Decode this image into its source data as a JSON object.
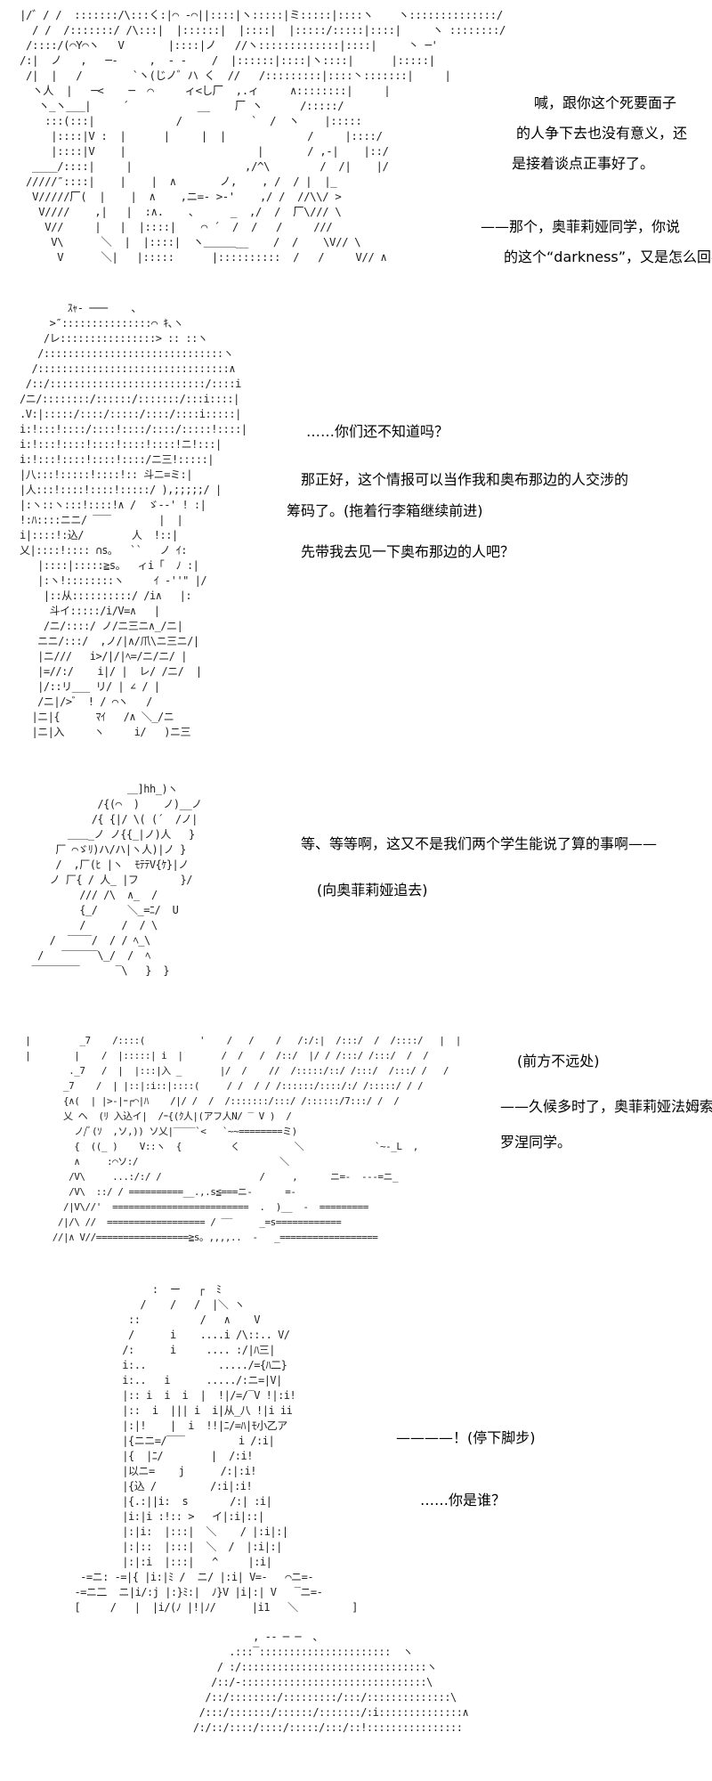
{
  "panels": [
    {
      "dialogue": [
        "喊，跟你这个死要面子",
        "的人争下去也没有意义，还",
        "是接着谈点正事好了。",
        "——那个，奥菲莉娅同学，你说",
        "的这个“darkness”，又是怎么回事？"
      ],
      "art": "|/゛/ /  :::::::/\\:::く:|⌒ ‐⌒||::::|ヽ:::::|ミ:::::|::::ヽ    ヽ::::::::::::::/\n  / /  /:::::::/ /\\:::|  |::::::|  |::::|  |:::::/:::::|::::|     ヽ ::::::::/\n /::::/(⌒Y⌒ヽ   V       |::::|ノ   //ヽ:::::::::::::|::::|     丶 ─'\n/:|  ノ   ,   ─‐     ,  ‐ ‐    /  |::::::|::::|ヽ::::|      |:::::|\n /|  |   /        `ヽ(じノ゛ハ く  //   /:::::::::|::::丶:::::::|     |\n  ヽ人  |   ─<    ─  ⌒     ィ<し厂  ,.ィ     ∧::::::::|     |\n   ヽ_ヽ___|     ´           __    厂 ヽ      /:::::/\n    :::(:::|             /           `  /  ヽ    |:::::  \n     |::::|V :  |      |     |  |             /     |::::/\n     |::::|V    |                     |       / ,-|    |::/\n  ____/::::|     |                  ,/^\\        /  /|    |/\n /////″::::|    |    |  ∧       ノ,    , /  / |  |_\n  V/////厂(  |    |  ∧    ,ニ=‐ >‐'    ,/ /  //\\\\/ >\n   V////    ,|   |  :∧.    、     _  ,/  /  厂\\/// \\\n    V//     |   |  |::::|    ⌒ ´  /  /   /     ///\n     V\\      ＼  |  |::::|  ヽ＿＿＿__    /  /    \\V// \\\n      V      ＼|   |:::::      |::::::::::  /   /     V// ∧"
    },
    {
      "dialogue": [
        "……你们还不知道吗？",
        "那正好，这个情报可以当作我和奥布那边的人交涉的",
        "筹码了。(拖着行李箱继续前进)",
        "先带我去见一下奥布那边的人吧？"
      ],
      "art": "        ｽｬ- ───    、\n     >″:::::::::::::::⌒ ｷ､ヽ\n    /レ::::::::::::::::> :: ::ヽ\n   /::::::::::::::::::::::::::::::ヽ\n  /::::::::::::::::::::::::::::::::∧\n /::/::::::::::::::::::::::::::/::::i\n/ニ/::::::::/::::::/:::::::/:::i::::|\n.V:|:::::/::::/:::::/::::/::::i:::::|\ni:!:::!::::/::::!::::/::::/:::::!::::|\ni:!:::!::::!::::!::::!::::!ニ!:::|\ni:!:::!::::!::::!::::/ニ三!:::::|\n|八:::!:::::!::::!:: 斗ニ=ミ:|\n|人:::!::::!::::!:::::/ ),;;;;;/ |\n|:ヽ::ヽ:::!::::!∧ /  ゞ-‐' ! :|\n!:ﾊ::::ニニ/ ‾‾‾        |  |\ni|::::!:込/        人  !::|\n乂|::::!:::: ∩s。  ``   ノ ｲ:\n   |::::|:::::≧s。  ィi「  ﾉ :|\n   |:ヽ!::::::::ヽ     ｲ ‐''\" |/\n    |::从::::::::::/ /i∧   |:\n     斗イ:::::/i/V=∧   |\n    /ニ/::::/ ノ/ニ三ニ∧_/ニ|\n   ニニ/:::/  ,ノ/|∧/爪\\ニ三ニ/|\n   |ニ///   i>/|/|ﾍ=/ニ/ニ/ |\n   |=//:/    i|/ |  レ/ /ニ/  |\n   |/::リ___ リ/ | ∠ / |\n   /ニ|/>゛ ! / ⌒ヽ   /\n  |ニ|{      ﾏｲ   /∧ ＼_/ニ\n  |ニ|入     ヽ     i/   )ニ三"
    },
    {
      "dialogue": [
        "等、等等啊，这又不是我们两个学生能说了算的事啊——",
        "(向奥菲莉娅追去)"
      ],
      "art": "                  ＿]hh_)ヽ\n             /{(⌒  )    ノ)__ノ\n            /{ {|/ \\( (´  /ノ|\n        ＿＿_ノ ノ{{_|ノ)人   }\n      厂 ⌒ゞﾘ)ハ/ハ|ヽ人)|ノ }\n      /  ,厂(ﾋ |ヽ  ﾓﾃﾃV{ｹ}|ノ\n     ノ 厂{ / 人_ |フ       }/\n          /// /\\  ∧_  /\n          {_/     ＼_=ﾆ/  U\n          /      /  / \\\n     /  ‾‾‾‾/  / / ﾍ_\\\n   /   ‾‾‾‾‾‾\\_/  /  ﾍ\n  ‾‾‾‾‾‾‾‾      ‾\\   }  }"
    },
    {
      "dialogue": [
        "(前方不远处)",
        "——久候多时了，奥菲莉娅法姆索",
        "罗涅同学。"
      ],
      "art": " |         _7    /::::(          '    /   /    /   /:/:|  /:::/  /  /::::/   |  |\n |        |    /  |:::::| i  |       /  /   /  /::/  |/ / /:::/ /:::/  /  /\n         ._7   /  |  |:::|入 _       |/  /    //  /:::::/::/ /:::/  /:::/ /   /\n        _7    /  | |::|:i::|::::(     / /  / / /::::::/::::/:/ /:::::/ / /\n        {∧(  | |>‐|ｰ┌⌒|ﾊ    /|/ /  /  /:::::::/:::/ /::::::/7:::/ /  /\n        乂 ヘ  (ﾘ 入込イ|  /ｰ{(ｸ人|(アフ人N/ ‾ V )  /\n          ノ/ﾞ(ｿ  ,ソ,)) ソ乂|‾‾‾‾`<   `~~========ミ)\n          {  ((_ )    V::ヽ  {         く          ＼             `~-_L  ,\n          ∧     :⌒ソ:/                          ＼\n         /V\\     ...:/:/ /                  /     ,      ニ=-  ---=ニ_\n         /V\\  ::/ / ==========__.,.s≦===ニ-      =-\n        /|V\\//'  =========================  .  )__  -  =========\n       /|/\\ //  ================== / ‾‾     _=s============ \n      //|∧ V//=================≧s。,,,,..  -   _=================="
    },
    {
      "dialogue": [
        "————！(停下脚步)",
        "……你是谁？"
      ],
      "art": "               :  ー   ┌  ﾐ\n             /    /   /  |＼ ヽ\n           ::          /   ∧    V\n           /      i    ....i /\\::.. V/\n          /:      i     .... :/|ﾊ三|\n          i:..            ...../={ﾊ二}\n          i:..   i      ...../:ニ=|V|\n          |:: i  i  i  |  !|/=/‾V !|:i!\n          |::  i  ||| i  i|从_八 !|i ii\n          |:|!    |  i  !!|ﾆ/=ﾊ|ﾓ小乙ア\n          |{ニニ=/‾‾‾         i /:i|\n          |{  |ﾆ/        |  /:i!\n          |以ニ=    j      /:|:i!\n          |{込 /         /:i|:i!\n          |{.:||i:  s       /:| :i|\n          |i:|i :!:: >   イ|:i|::|\n          |:|i:  |:::|  ＼    / |:i|:|\n          |:|::  |:::|  ＼  /  |:i|:|\n          |:|:i  |:::|   ^     |:i|\n   -=ニ: -=|{ |i:|ﾐ /  ニ/ |:i| V=-   ⌒ニ=-\n  -=ニ二  ニ|i/:j |:}ﾐ:|  ﾉ}V |i|:| V   ‾ニ=-\n  [     /   |  |i/(ﾉ |!|ﾉ/      |i1   ＼         ]"
    },
    {
      "dialogue": [],
      "art": "              , -- ─ ─  、\n          .:::‾::::::::::::::::::::::  ヽ\n        / :/:::::::::::::::::::::::::::::::ヽ\n       /::/-:::::::::::::::::::::::::::::::\\\n      /::/::::::::/:::::::::/:::/::::::::::::::\\\n     /:::/:::::::/::::::/:::::::/:i::::::::::::::∧\n    /:/::/::::/::::/:::::/:::/::!::::::::::::::::"
    }
  ]
}
